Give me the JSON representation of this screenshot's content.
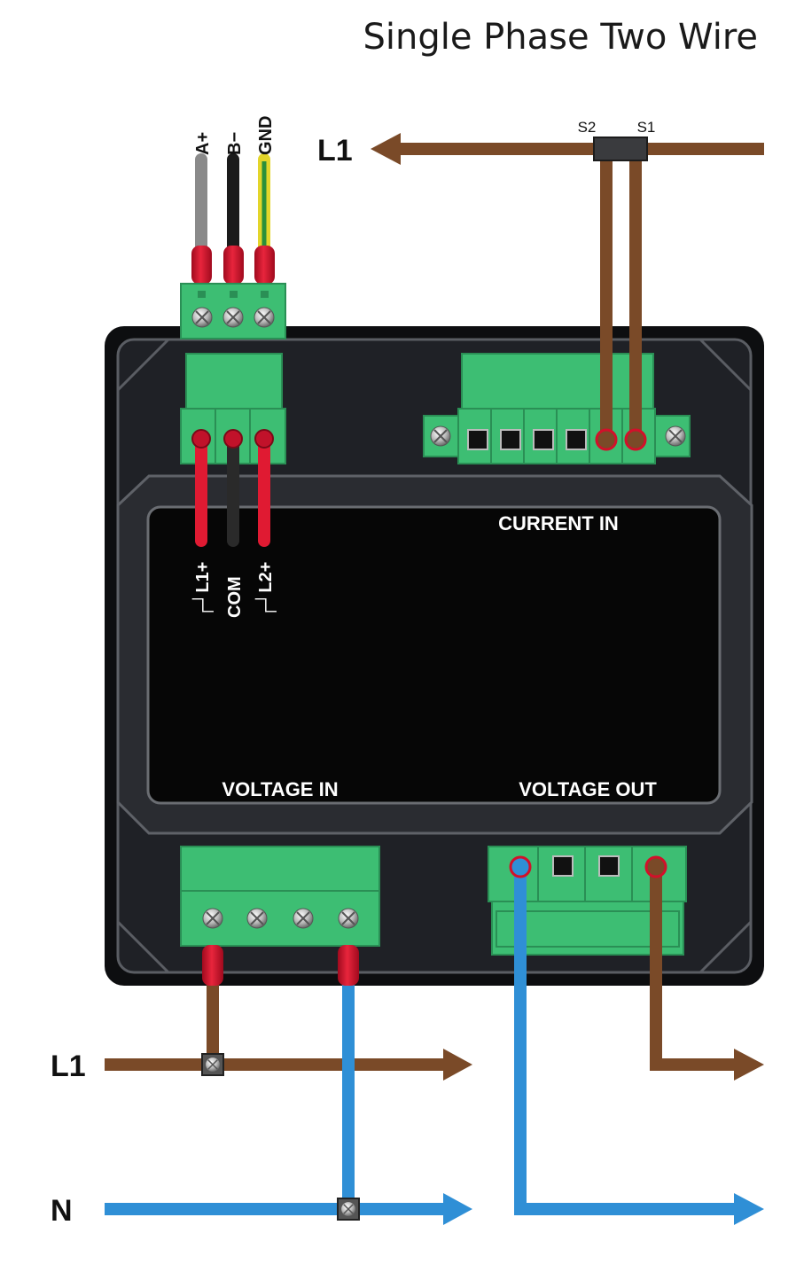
{
  "title": "Single Phase Two Wire",
  "comm_terminals": [
    "A+",
    "B−",
    "GND"
  ],
  "ct_terminals": [
    "S2",
    "S1"
  ],
  "pulse_terminals": [
    "┌┘L1+",
    "COM",
    "┌┘L2+"
  ],
  "sections": {
    "current_in": "CURRENT IN",
    "voltage_in": "VOLTAGE IN",
    "voltage_out": "VOLTAGE OUT"
  },
  "lines": {
    "top_l1": "L1",
    "bottom_l1": "L1",
    "neutral": "N"
  },
  "colors": {
    "phase_wire": "#7a4a28",
    "neutral_wire": "#2f8fd6",
    "terminal_green": "#3dbe73",
    "meter_body": "#1a1c20",
    "ferrule_red": "#d2102a"
  }
}
